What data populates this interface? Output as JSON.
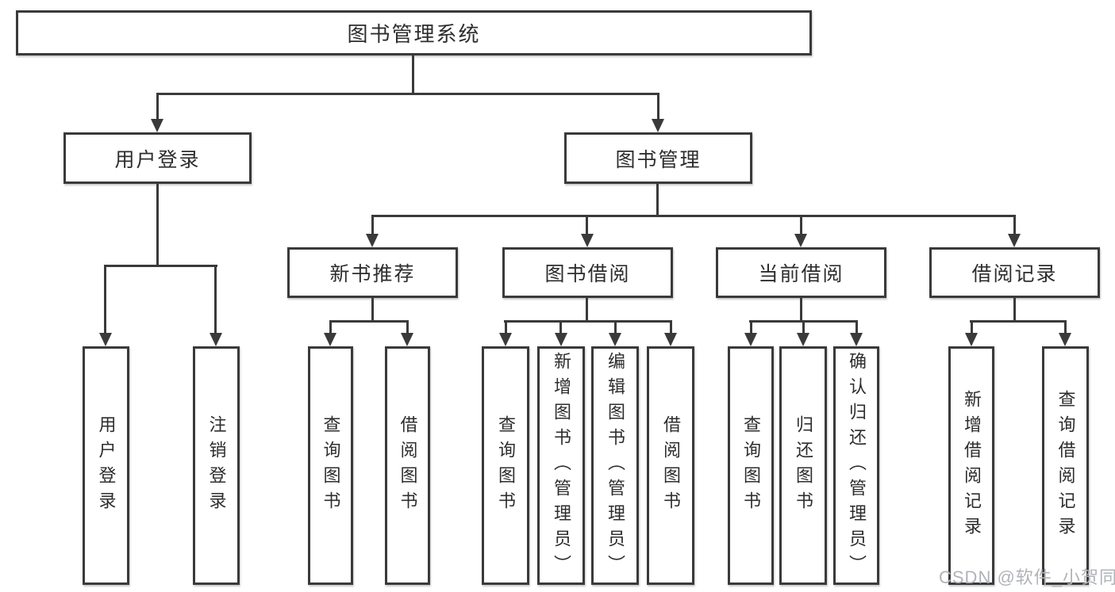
{
  "tree": {
    "root": {
      "label": "图书管理系统",
      "children": [
        {
          "label": "用户登录",
          "children": [
            {
              "label": "用户登录"
            },
            {
              "label": "注销登录"
            }
          ]
        },
        {
          "label": "图书管理",
          "children": [
            {
              "label": "新书推荐",
              "children": [
                {
                  "label": "查询图书"
                },
                {
                  "label": "借阅图书"
                }
              ]
            },
            {
              "label": "图书借阅",
              "children": [
                {
                  "label": "查询图书"
                },
                {
                  "label": "新增图书（管理员）"
                },
                {
                  "label": "编辑图书（管理员）"
                },
                {
                  "label": "借阅图书"
                }
              ]
            },
            {
              "label": "当前借阅",
              "children": [
                {
                  "label": "查询图书"
                },
                {
                  "label": "归还图书"
                },
                {
                  "label": "确认归还（管理员）"
                }
              ]
            },
            {
              "label": "借阅记录",
              "children": [
                {
                  "label": "新增借阅记录"
                },
                {
                  "label": "查询借阅记录"
                }
              ]
            }
          ]
        }
      ]
    }
  },
  "watermark": {
    "text": "CSDN @软件_小贺同学"
  },
  "colors": {
    "line": "#3a3a3a",
    "box_border": "#3a3a3a",
    "box_fill": "#ffffff",
    "text": "#2d2d2d",
    "watermark": "#b0b3b8",
    "background": "#ffffff"
  }
}
